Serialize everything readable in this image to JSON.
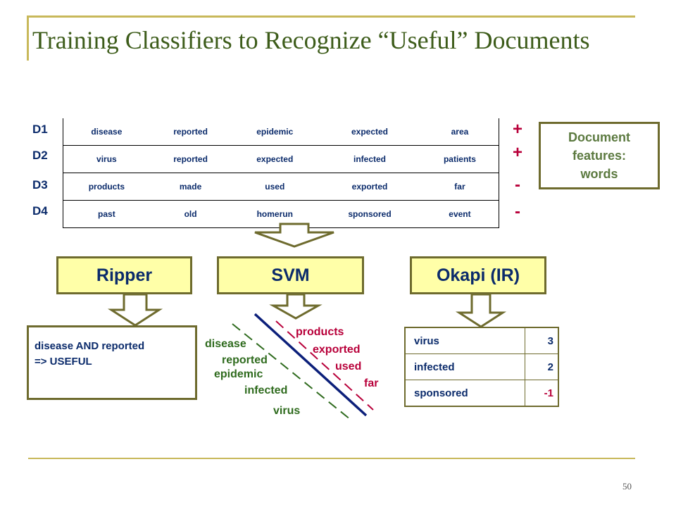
{
  "slide": {
    "title": "Training Classifiers to Recognize “Useful” Documents",
    "page_number": "50"
  },
  "documents": [
    {
      "label": "D1",
      "words": [
        "disease",
        "reported",
        "epidemic",
        "expected",
        "area"
      ],
      "sign": "+"
    },
    {
      "label": "D2",
      "words": [
        "virus",
        "reported",
        "expected",
        "infected",
        "patients"
      ],
      "sign": "+"
    },
    {
      "label": "D3",
      "words": [
        "products",
        "made",
        "used",
        "exported",
        "far"
      ],
      "sign": "-"
    },
    {
      "label": "D4",
      "words": [
        "past",
        "old",
        "homerun",
        "sponsored",
        "event"
      ],
      "sign": "-"
    }
  ],
  "features_box": {
    "text": "Document\nfeatures:\nwords"
  },
  "methods": {
    "ripper": "Ripper",
    "svm": "SVM",
    "okapi": "Okapi (IR)"
  },
  "ripper_rule": {
    "line1": "disease AND reported",
    "line2": "=> USEFUL"
  },
  "svm": {
    "positive_words": [
      "disease",
      "reported",
      "epidemic",
      "infected",
      "virus"
    ],
    "negative_words": [
      "products",
      "exported",
      "used",
      "far"
    ]
  },
  "okapi": {
    "rows": [
      {
        "term": "virus",
        "score": "3"
      },
      {
        "term": "infected",
        "score": "2"
      },
      {
        "term": "sponsored",
        "score": "-1"
      }
    ]
  },
  "colors": {
    "title": "#3d5c1a",
    "text": "#0b2b6b",
    "box_fill": "#ffffa8",
    "box_border": "#6e6b2e",
    "positive": "#2f6b1e",
    "negative": "#b8003a",
    "accent_line": "#c8b85a"
  }
}
